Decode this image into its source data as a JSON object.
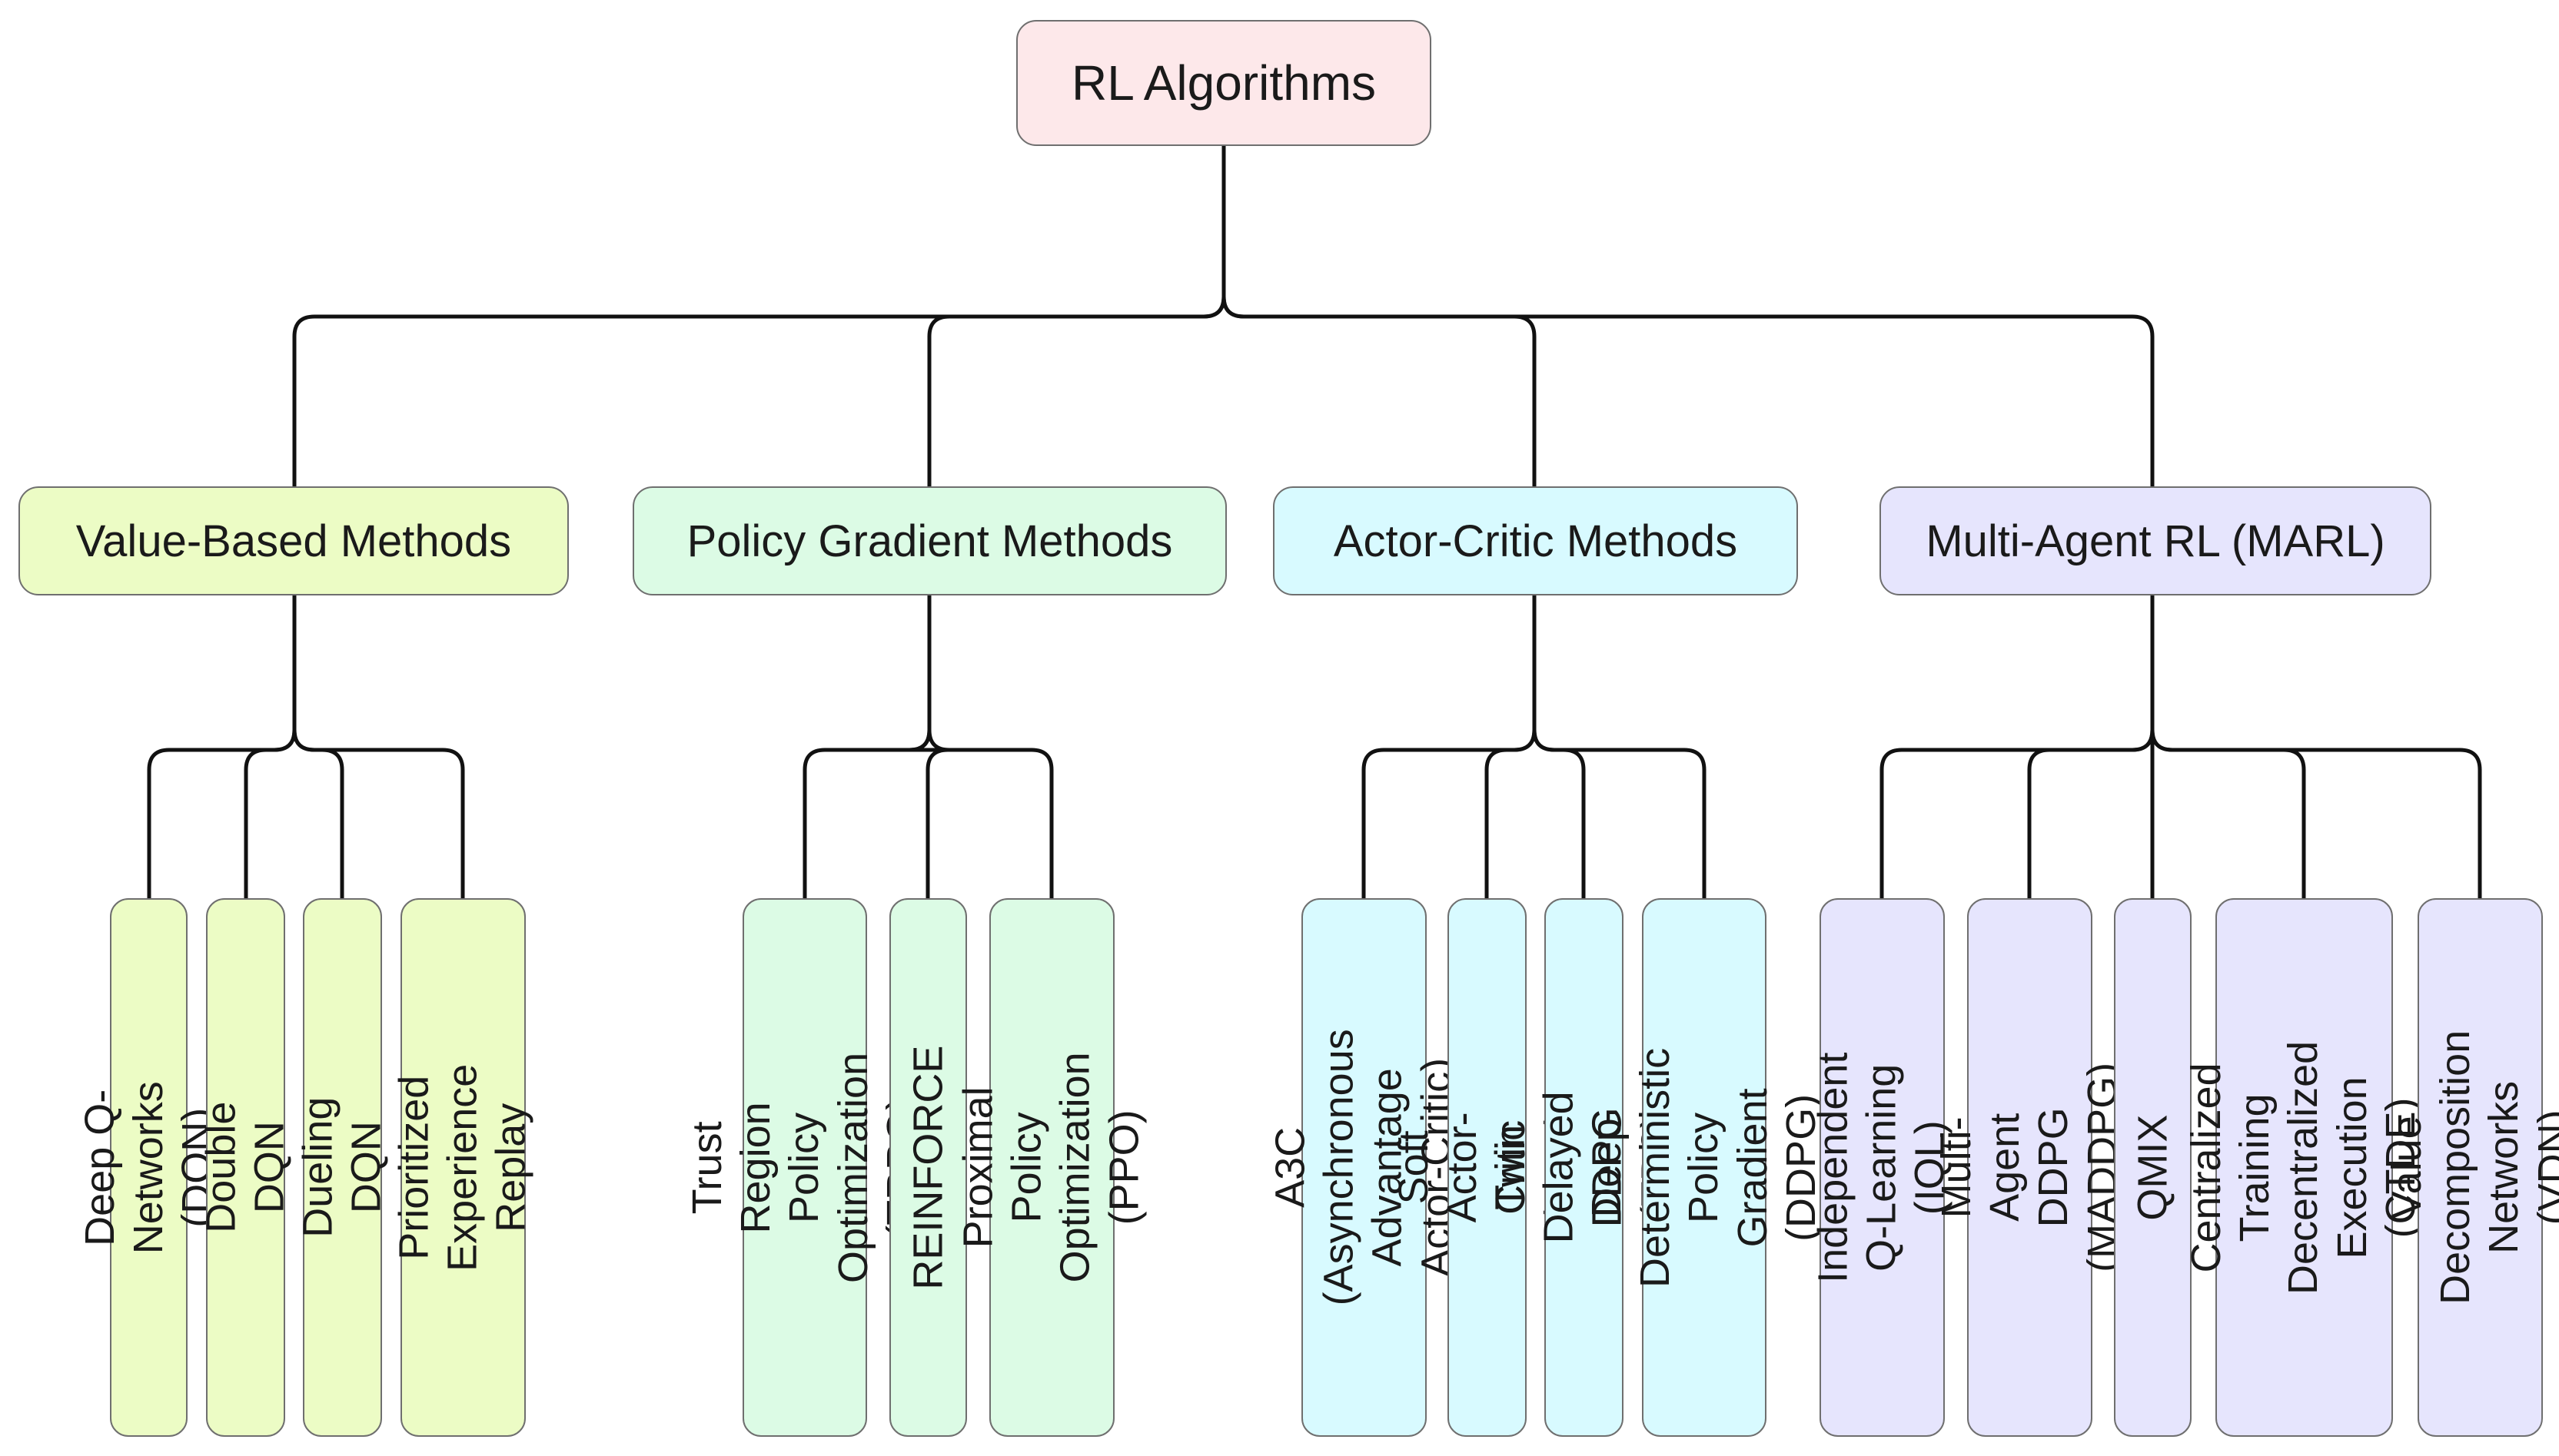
{
  "colors": {
    "root": "#fde8ea",
    "value": "#ecfcc5",
    "policy": "#dcfbe5",
    "actor": "#d8faff",
    "marl": "#e6e5fd",
    "line": "#111111"
  },
  "root": {
    "label": "RL Algorithms"
  },
  "categories": [
    {
      "label": "Value-Based Methods",
      "leaves": [
        "Deep Q-Networks (DQN)",
        "Double DQN",
        "Dueling DQN",
        "Prioritized Experience\nReplay"
      ]
    },
    {
      "label": "Policy Gradient Methods",
      "leaves": [
        "Trust Region Policy\nOptimization (TRPO)",
        "REINFORCE",
        "Proximal Policy\nOptimization (PPO)"
      ]
    },
    {
      "label": "Actor-Critic Methods",
      "leaves": [
        "A3C (Asynchronous\nAdvantage Actor-Critic)",
        "Soft Actor-Critic (SAC)",
        "Twin Delayed DDPG (TD3)",
        "Deep Deterministic Policy\nGradient (DDPG)"
      ]
    },
    {
      "label": "Multi-Agent RL (MARL)",
      "leaves": [
        "Independent Q-Learning\n(IQL)",
        "Multi-Agent DDPG\n(MADDPG)",
        "QMIX",
        "Centralized Training\nDecentralized Execution\n(CTDE)",
        "Value Decomposition\nNetworks (VDN)"
      ]
    }
  ]
}
